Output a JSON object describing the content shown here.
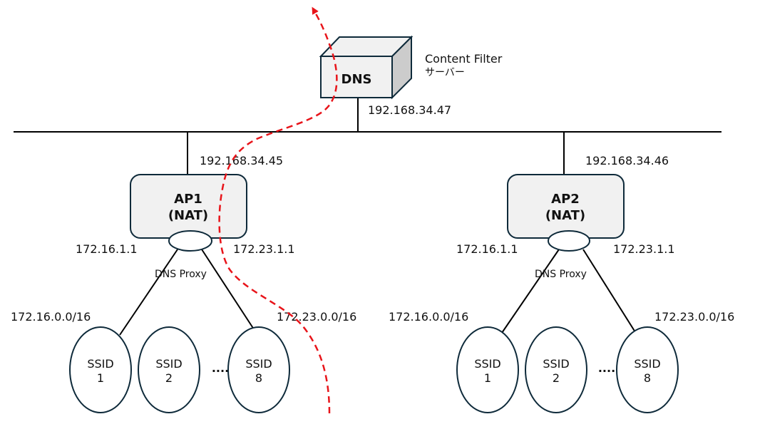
{
  "diagram": {
    "title": "Content Filter DNS via AP DNS Proxy",
    "colors": {
      "line": "#000000",
      "node_stroke": "#0e2a3a",
      "node_fill": "#f1f1f1",
      "box_side": "#cccccc",
      "path": "#e8141a"
    },
    "dns_server": {
      "label": "DNS",
      "caption_line1": "Content Filter",
      "caption_line2": "サーバー",
      "ip": "192.168.34.47"
    },
    "aps": [
      {
        "name": "AP1",
        "mode": "(NAT)",
        "uplink_ip": "192.168.34.45",
        "proxy_label": "DNS Proxy",
        "left_gw": "172.16.1.1",
        "right_gw": "172.23.1.1",
        "left_subnet": "172.16.0.0/16",
        "right_subnet": "172.23.0.0/16",
        "ssids": [
          {
            "line1": "SSID",
            "line2": "1"
          },
          {
            "line1": "SSID",
            "line2": "2"
          },
          {
            "line1": "SSID",
            "line2": "8"
          }
        ],
        "ellipsis": "...."
      },
      {
        "name": "AP2",
        "mode": "(NAT)",
        "uplink_ip": "192.168.34.46",
        "proxy_label": "DNS Proxy",
        "left_gw": "172.16.1.1",
        "right_gw": "172.23.1.1",
        "left_subnet": "172.16.0.0/16",
        "right_subnet": "172.23.0.0/16",
        "ssids": [
          {
            "line1": "SSID",
            "line2": "1"
          },
          {
            "line1": "SSID",
            "line2": "2"
          },
          {
            "line1": "SSID",
            "line2": "8"
          }
        ],
        "ellipsis": "...."
      }
    ],
    "traffic_path": {
      "style": "dashed",
      "description": "DNS query from SSID 8 client through AP1 to DNS server and out to Internet"
    }
  }
}
